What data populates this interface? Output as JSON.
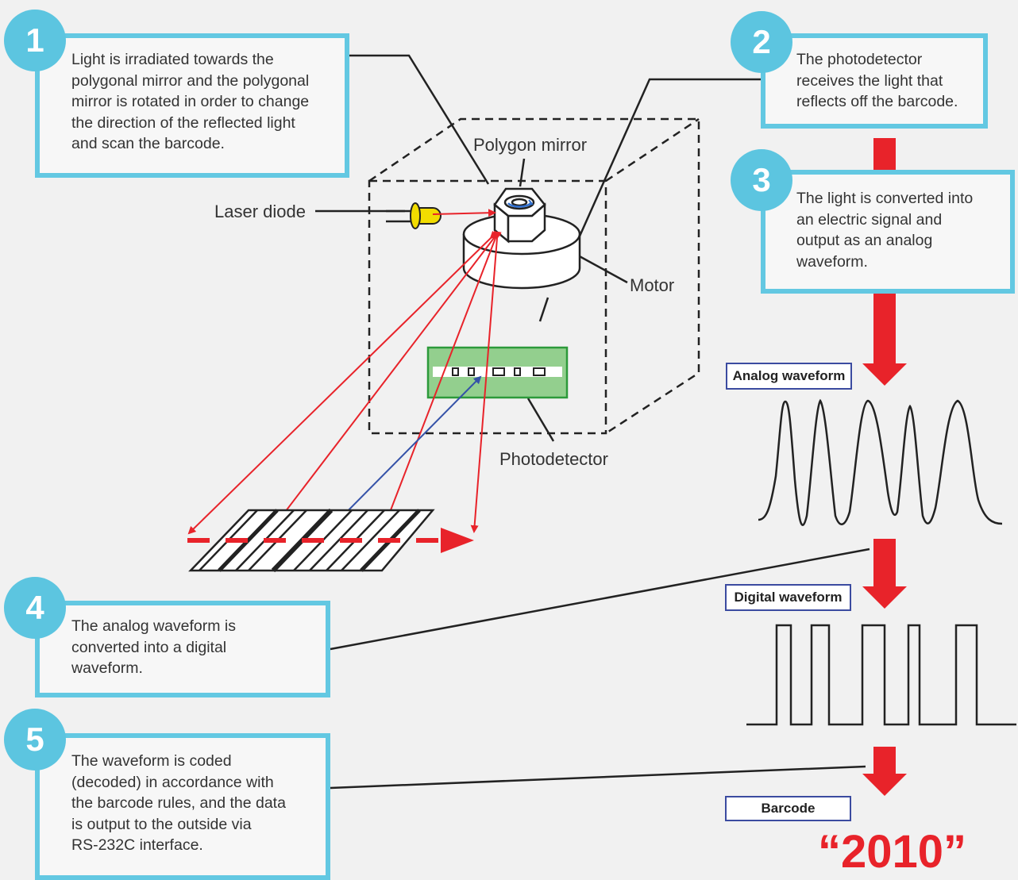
{
  "steps": [
    {
      "number": "1",
      "text": "Light is irradiated towards the\npolygonal mirror and the polygonal\nmirror is rotated in order to change\nthe direction of the reflected light\nand scan the barcode."
    },
    {
      "number": "2",
      "text": "The photodetector\nreceives the light that\nreflects off the barcode."
    },
    {
      "number": "3",
      "text": "The light is converted into\nan electric signal and\noutput as an analog\nwaveform."
    },
    {
      "number": "4",
      "text": "The analog waveform is\nconverted into a digital\nwaveform."
    },
    {
      "number": "5",
      "text": "The waveform is coded\n(decoded) in accordance with\nthe barcode rules, and the data\nis output to the outside via\nRS-232C interface."
    }
  ],
  "components": {
    "polygon_mirror": "Polygon mirror",
    "laser_diode": "Laser diode",
    "motor": "Motor",
    "photodetector": "Photodetector"
  },
  "waveforms": {
    "analog": "Analog waveform",
    "digital": "Digital waveform",
    "barcode": "Barcode"
  },
  "result": "“2010”",
  "colors": {
    "accent_blue": "#63c8e2",
    "badge_blue": "#5cc5e0",
    "arrow_red": "#e8232a",
    "beam_red": "#e8232a",
    "beam_blue": "#3552a8",
    "photodetector_green": "#93cf8e",
    "label_border": "#3b4ba0"
  },
  "icons": [
    "laser-diode-icon",
    "polygon-mirror-icon",
    "motor-icon",
    "photodetector-icon",
    "barcode-icon",
    "down-arrow-icon"
  ]
}
